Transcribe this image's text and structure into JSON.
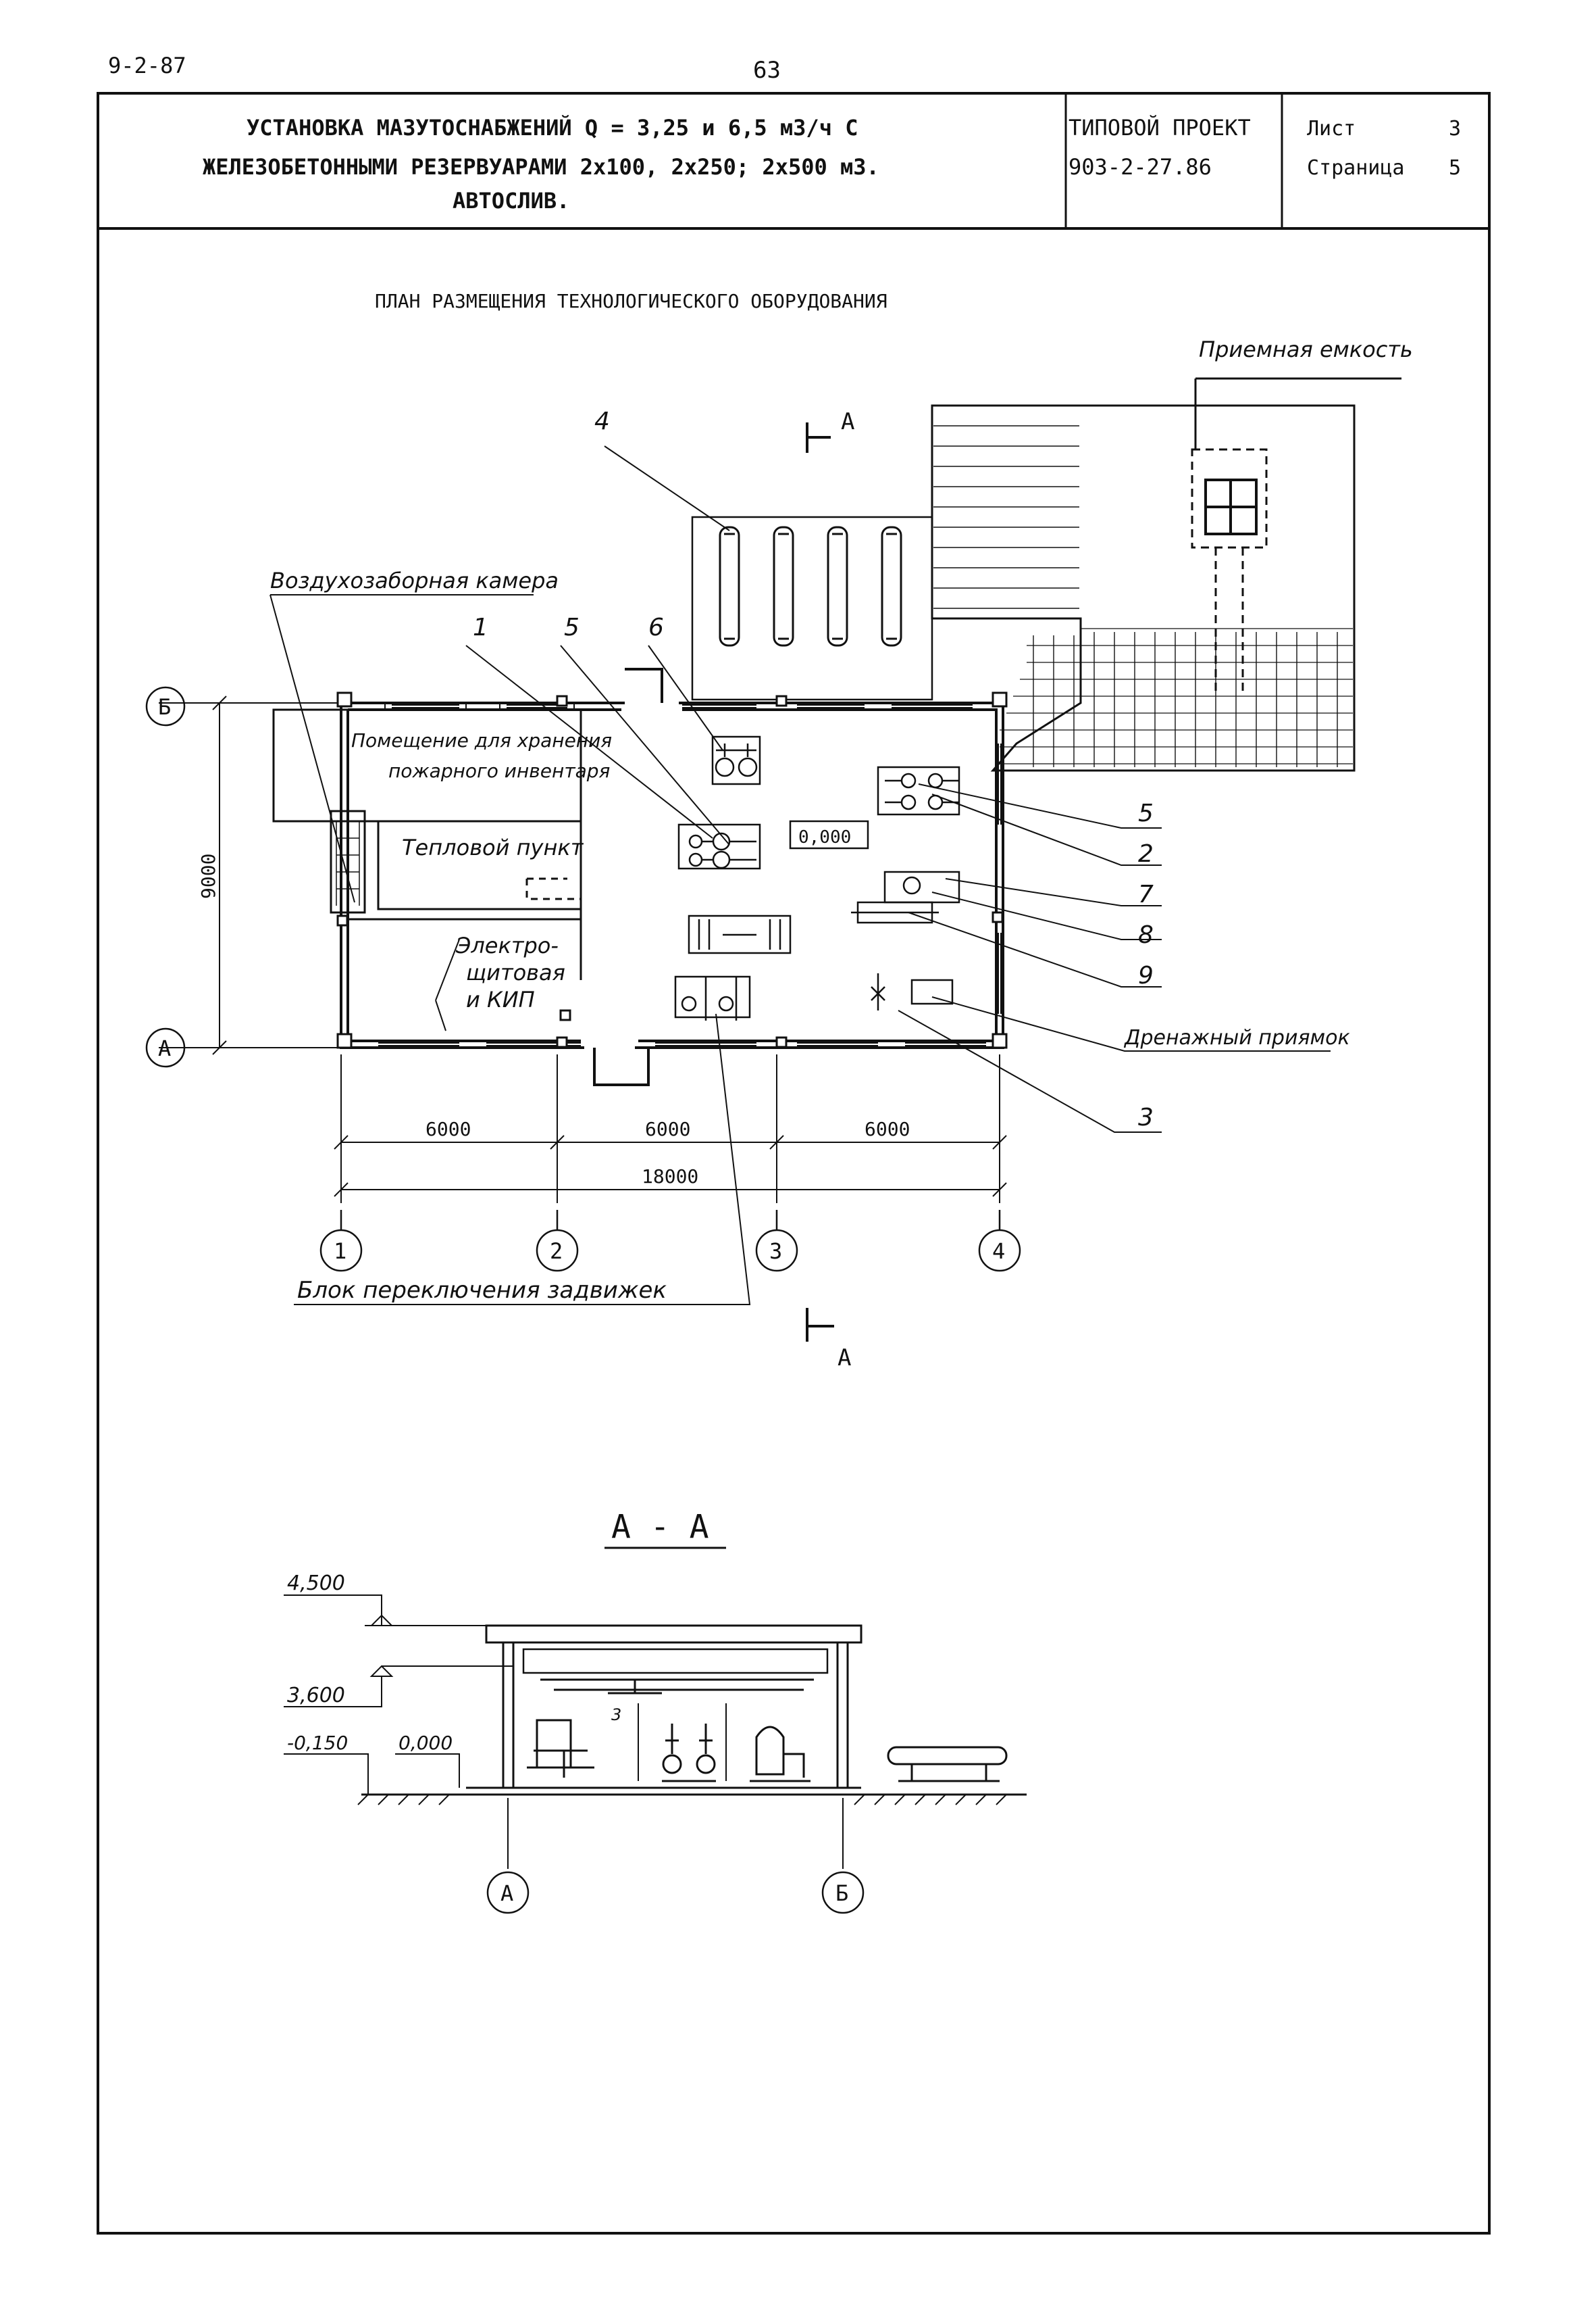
{
  "page": {
    "series_code": "9-2-87",
    "page_number": "63"
  },
  "title_block": {
    "title_line1": "УСТАНОВКА МАЗУТОСНАБЖЕНИЙ Q = 3,25 и 6,5 м3/ч С",
    "title_line2": "ЖЕЛЕЗОБЕТОННЫМИ РЕЗЕРВУАРАМИ 2х100, 2х250; 2х500 м3.",
    "title_line3": "АВТОСЛИВ.",
    "project_label": "ТИПОВОЙ ПРОЕКТ",
    "project_number": "903-2-27.86",
    "sheet_label": "Лист",
    "sheet_value": "3",
    "page_label": "Страница",
    "page_value": "5"
  },
  "plan": {
    "heading": "ПЛАН РАЗМЕЩЕНИЯ ТЕХНОЛОГИЧЕСКОГО ОБОРУДОВАНИЯ",
    "labels": {
      "air_intake": "Воздухозаборная камера",
      "fire_room_line1": "Помещение для хранения",
      "fire_room_line2": "пожарного инвентаря",
      "heat_point": "Тепловой пункт",
      "electro_line1": "Электро-",
      "electro_line2": "щитовая",
      "electro_line3": "и КИП",
      "receiving_tank": "Приемная емкость",
      "drain_pit": "Дренажный приямок",
      "valve_block": "Блок переключения задвижек",
      "level_mark": "0,000"
    },
    "callouts": [
      "1",
      "5",
      "6",
      "4",
      "5",
      "2",
      "7",
      "8",
      "9",
      "3"
    ],
    "section_mark": "А",
    "dimensions": {
      "span1": "6000",
      "span2": "6000",
      "span3": "6000",
      "total": "18000",
      "height": "9000"
    },
    "axes": {
      "row_b": "Б",
      "row_a": "А",
      "col_1": "1",
      "col_2": "2",
      "col_3": "3",
      "col_4": "4"
    }
  },
  "section": {
    "title": "А - А",
    "elev_top": "4,500",
    "elev_mid": "3,600",
    "elev_ground": "-0,150",
    "elev_floor": "0,000",
    "crane_mark": "3",
    "axis_a": "А",
    "axis_b": "Б"
  }
}
